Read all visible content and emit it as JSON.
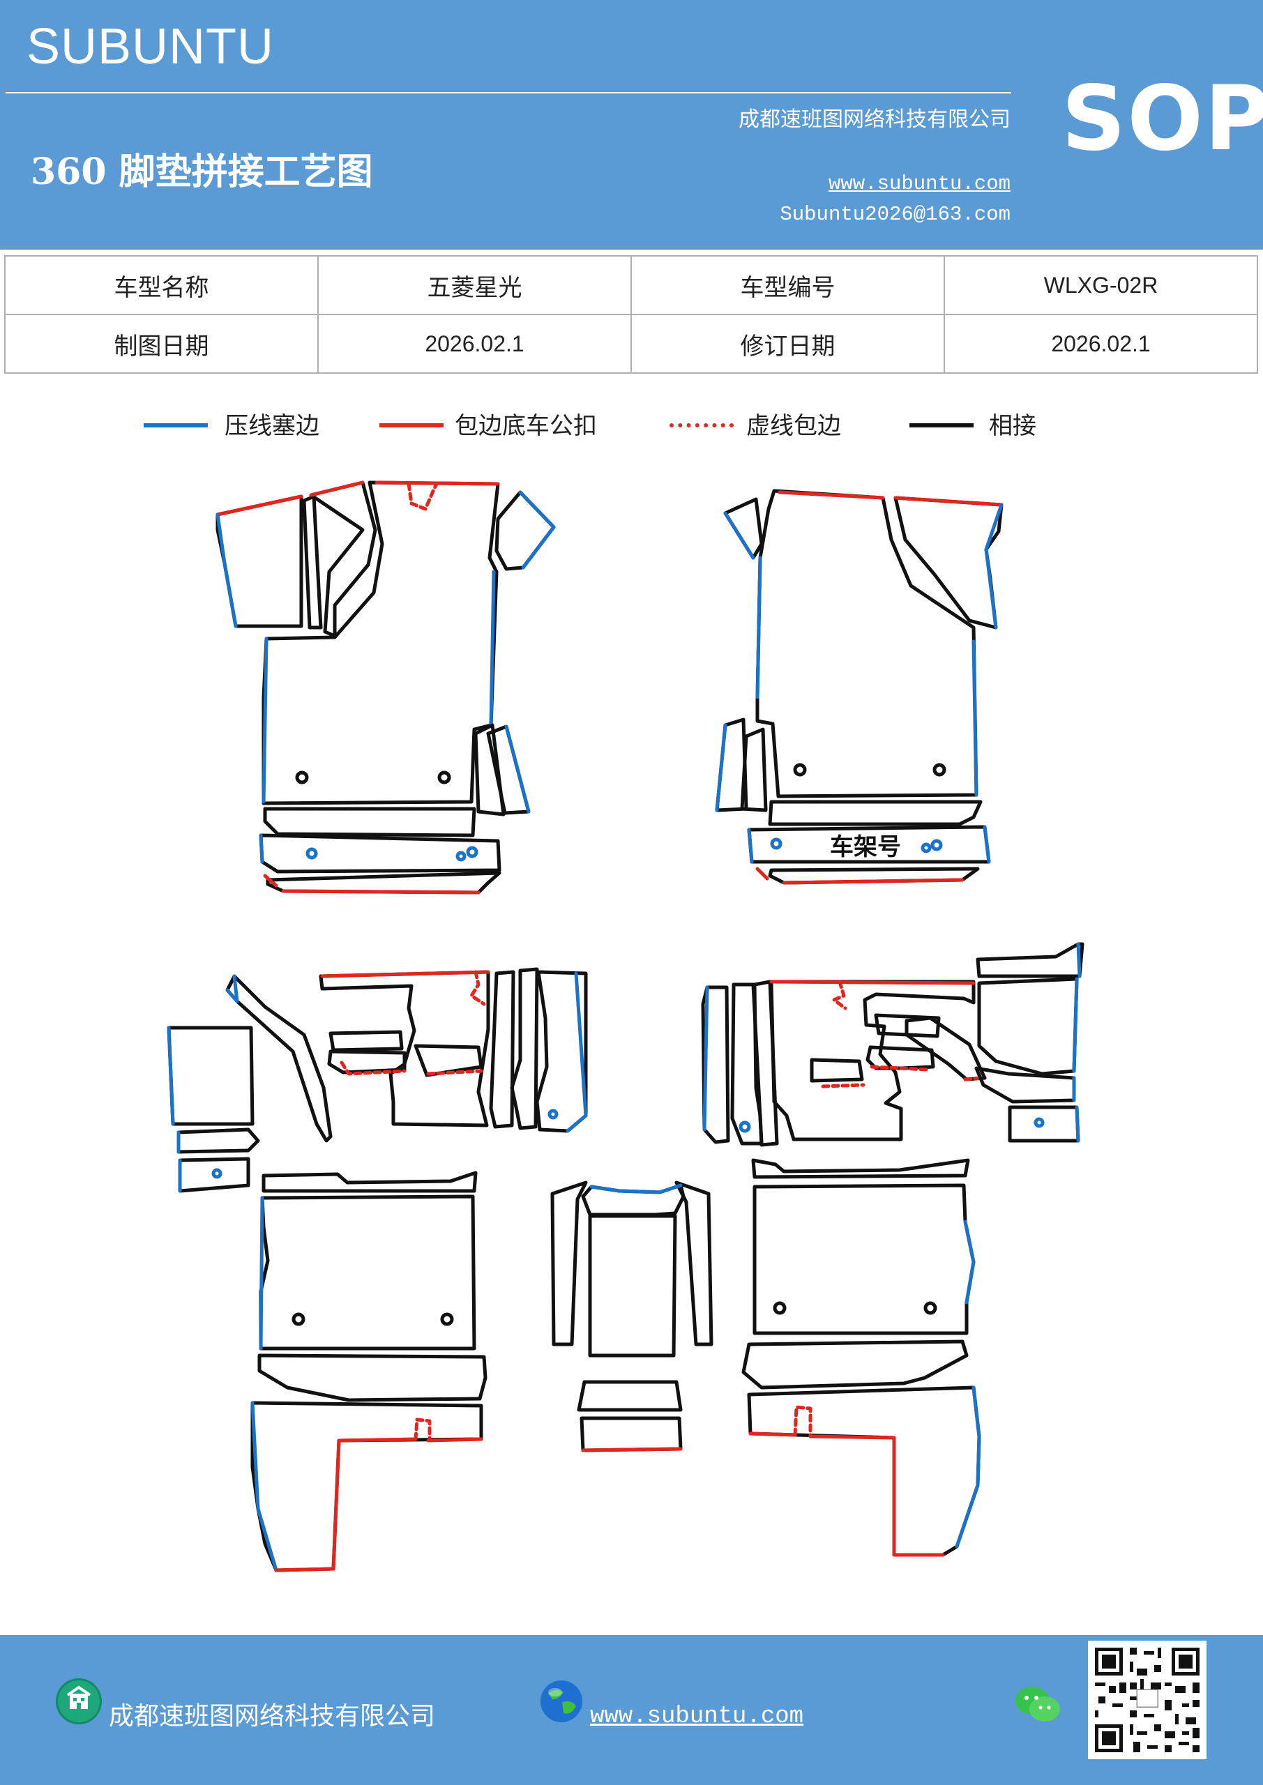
{
  "header": {
    "brand": "SUBUNTU",
    "company": "成都速班图网络科技有限公司",
    "title": "360 脚垫拼接工艺图",
    "website": "www.subuntu.com",
    "email": "Subuntu2026@163.com",
    "badge": "SOP"
  },
  "info_table": {
    "rows": [
      [
        "车型名称",
        "五菱星光",
        "车型编号",
        "WLXG-02R"
      ],
      [
        "制图日期",
        "2026.02.1",
        "修订日期",
        "2026.02.1"
      ]
    ]
  },
  "legend": [
    {
      "label": "压线塞边",
      "color": "#1a73c9",
      "style": "solid"
    },
    {
      "label": "包边底车公扣",
      "color": "#e0261e",
      "style": "solid"
    },
    {
      "label": "虚线包边",
      "color": "#e0261e",
      "style": "dashed"
    },
    {
      "label": "相接",
      "color": "#111111",
      "style": "solid"
    }
  ],
  "drawing": {
    "label": "车架号"
  },
  "footer": {
    "company": "成都速班图网络科技有限公司",
    "website": "www.subuntu.com ",
    "icons": [
      "building-icon",
      "globe-icon",
      "wechat-icon",
      "qr-code"
    ]
  },
  "colors": {
    "header_bg": "#5b9bd5",
    "blue_line": "#1a73c9",
    "red_line": "#e0261e",
    "black_line": "#111111"
  }
}
